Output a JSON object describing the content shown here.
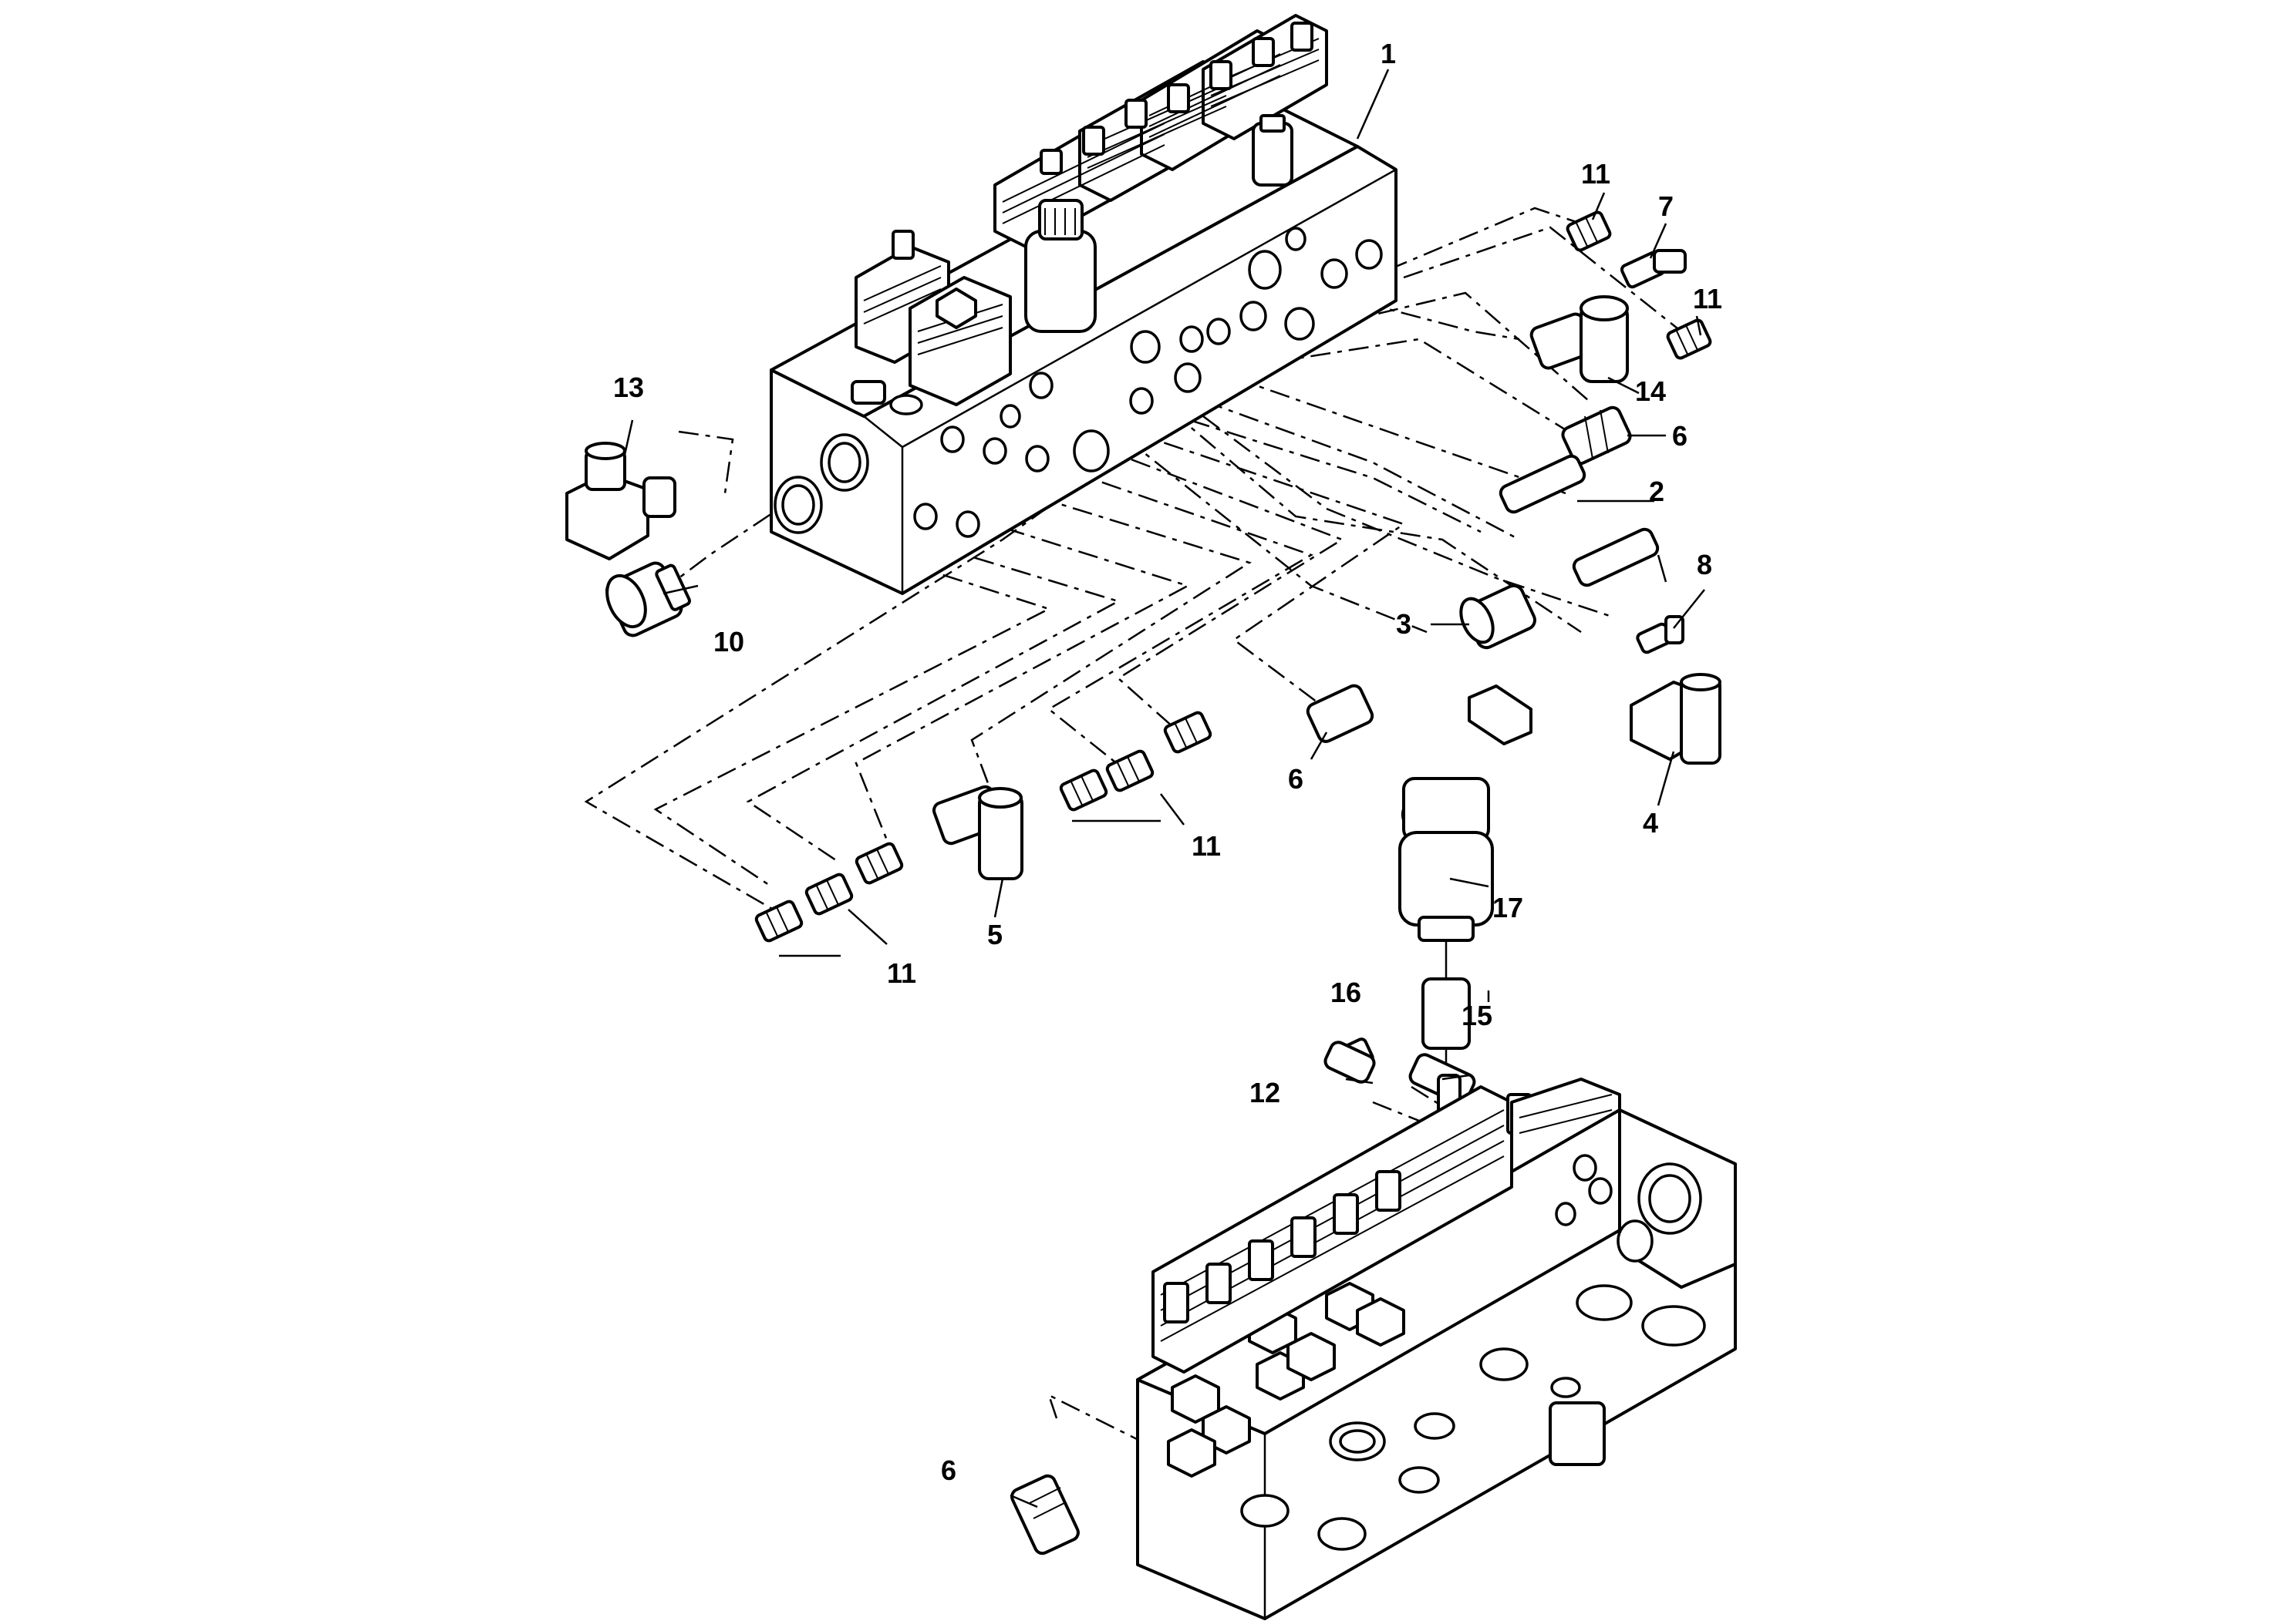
{
  "callouts": {
    "c1": "1",
    "c2": "2",
    "c3": "3",
    "c4": "4",
    "c5": "5",
    "c6a": "6",
    "c6b": "6",
    "c6c": "6",
    "c7": "7",
    "c8": "8",
    "c10": "10",
    "c11a": "11",
    "c11b": "11",
    "c11c": "11",
    "c11d": "11",
    "c12": "12",
    "c13": "13",
    "c14": "14",
    "c15": "15",
    "c16": "16",
    "c17": "17"
  },
  "colors": {
    "line": "#000000",
    "background": "#ffffff"
  }
}
